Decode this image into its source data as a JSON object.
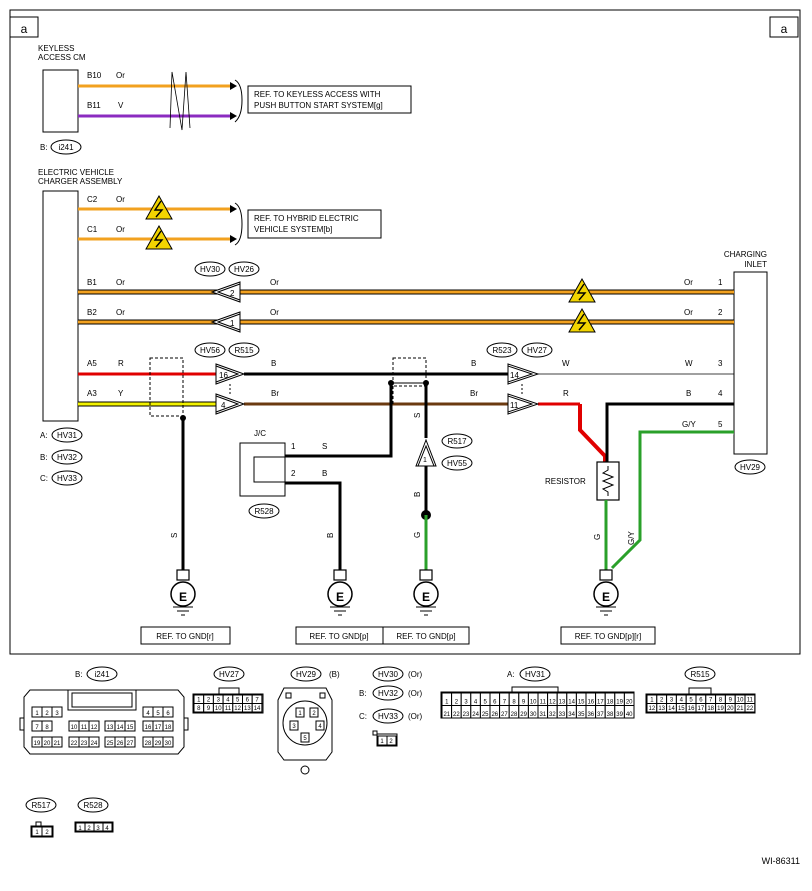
{
  "page": {
    "corner_left": "a",
    "corner_right": "a",
    "figure_id": "WI-86311"
  },
  "components": {
    "keyless_cm": {
      "label1": "KEYLESS",
      "label2": "ACCESS CM",
      "connector_prefix": "B:",
      "connector": "i241"
    },
    "ev_charger": {
      "label1": "ELECTRIC VEHICLE",
      "label2": "CHARGER ASSEMBLY",
      "connectors": [
        {
          "prefix": "A:",
          "id": "HV31"
        },
        {
          "prefix": "B:",
          "id": "HV32"
        },
        {
          "prefix": "C:",
          "id": "HV33"
        }
      ]
    },
    "charging_inlet": {
      "label1": "CHARGING",
      "label2": "INLET",
      "connector": "HV29"
    },
    "jc": {
      "label": "J/C",
      "connector": "R528"
    },
    "resistor": {
      "label": "RESISTOR"
    }
  },
  "refs": {
    "keyless": {
      "line1": "REF. TO KEYLESS ACCESS WITH",
      "line2": "PUSH BUTTON START SYSTEM[g]"
    },
    "hybrid": {
      "line1": "REF. TO HYBRID ELECTRIC",
      "line2": "VEHICLE SYSTEM[b]"
    },
    "gnd_r": "REF. TO GND[r]",
    "gnd_p1": "REF. TO GND[p]",
    "gnd_p2": "REF. TO GND[p]",
    "gnd_pr": "REF. TO GND[p][r]"
  },
  "wires": {
    "b10": {
      "pin": "B10",
      "color": "Or"
    },
    "b11": {
      "pin": "B11",
      "color": "V"
    },
    "c2": {
      "pin": "C2",
      "color": "Or"
    },
    "c1": {
      "pin": "C1",
      "color": "Or"
    },
    "b1": {
      "pin": "B1",
      "color_left": "Or",
      "color_mid": "Or",
      "color_right": "Or",
      "inlet_pin": "1"
    },
    "b2": {
      "pin": "B2",
      "color_left": "Or",
      "color_mid": "Or",
      "color_right": "Or",
      "inlet_pin": "2"
    },
    "a5": {
      "pin": "A5",
      "color_left": "R",
      "color_mid": "B",
      "color_mid2": "B",
      "color_right": "W",
      "inlet_pin": "3"
    },
    "a3": {
      "pin": "A3",
      "color_left": "Y",
      "color_mid": "Br",
      "color_mid2": "Br",
      "color_right": "R",
      "inlet_pin": "4"
    },
    "gy": {
      "color": "G/Y",
      "inlet_pin": "5",
      "down_color": "G/Y"
    },
    "inlet_b": {
      "color": "B"
    },
    "jc1": {
      "pin": "1",
      "color": "S"
    },
    "jc2": {
      "pin": "2",
      "color": "B"
    },
    "gnd_left_color": "S",
    "jc_down_color": "B",
    "mid_up_color": "S",
    "mid_b_color": "B",
    "mid_g_color": "G",
    "res_g_color": "G"
  },
  "junctions": {
    "hv30": "HV30",
    "hv26": "HV26",
    "pin2": "2",
    "pin1": "1",
    "hv56": "HV56",
    "r515": "R515",
    "pin16": "16",
    "pin4": "4",
    "r523": "R523",
    "hv27": "HV27",
    "pin14": "14",
    "pin11": "11",
    "r517": "R517",
    "hv55": "HV55",
    "pin_r517": "1"
  },
  "legend": {
    "i241_prefix": "B:",
    "i241": "i241",
    "i241_row1": [
      "1",
      "2",
      "3"
    ],
    "i241_row1b": [
      "4",
      "5",
      "6"
    ],
    "i241_row2a": [
      "7",
      "8"
    ],
    "i241_row2b": [
      "10",
      "11",
      "12"
    ],
    "i241_row2c": [
      "13",
      "14",
      "15"
    ],
    "i241_row2d": [
      "16",
      "17",
      "18"
    ],
    "i241_row3a": [
      "19",
      "20",
      "21"
    ],
    "i241_row3b": [
      "22",
      "23",
      "24"
    ],
    "i241_row3c": [
      "25",
      "26",
      "27"
    ],
    "i241_row3d": [
      "28",
      "29",
      "30"
    ],
    "hv27": "HV27",
    "hv27_row1": [
      "1",
      "2",
      "3",
      "4",
      "5",
      "6",
      "7"
    ],
    "hv27_row2": [
      "8",
      "9",
      "10",
      "11",
      "12",
      "13",
      "14"
    ],
    "hv29": "HV29",
    "hv29_suffix": "(B)",
    "hv29_pins": [
      "1",
      "2",
      "3",
      "4",
      "5"
    ],
    "hv30": "HV30",
    "hv30_suffix": "(Or)",
    "hv32_prefix": "B:",
    "hv32": "HV32",
    "hv32_suffix": "(Or)",
    "hv33_prefix": "C:",
    "hv33": "HV33",
    "hv33_suffix": "(Or)",
    "hv30_pins": [
      "1",
      "2"
    ],
    "hv31_prefix": "A:",
    "hv31": "HV31",
    "hv31_row1": [
      "1",
      "2",
      "3",
      "4",
      "5",
      "6",
      "7",
      "8",
      "9",
      "10",
      "11",
      "12",
      "13",
      "14",
      "15",
      "16",
      "17",
      "18",
      "19",
      "20"
    ],
    "hv31_row2": [
      "21",
      "22",
      "23",
      "24",
      "25",
      "26",
      "27",
      "28",
      "29",
      "30",
      "31",
      "32",
      "33",
      "34",
      "35",
      "36",
      "37",
      "38",
      "39",
      "40"
    ],
    "r515": "R515",
    "r515_row1": [
      "1",
      "2",
      "3",
      "4",
      "5",
      "6",
      "7",
      "8",
      "9",
      "10",
      "11"
    ],
    "r515_row2": [
      "12",
      "13",
      "14",
      "15",
      "16",
      "17",
      "18",
      "19",
      "20",
      "21",
      "22"
    ],
    "r517": "R517",
    "r517_pins": [
      "1",
      "2"
    ],
    "r528": "R528",
    "r528_pins": [
      "1",
      "2",
      "3",
      "4"
    ]
  },
  "colors": {
    "orange": "#f2a11f",
    "violet": "#8b2bc0",
    "red": "#e00000",
    "yellow": "#f2f200",
    "brown": "#6b3a10",
    "green": "#2aa02a",
    "black": "#000000"
  }
}
